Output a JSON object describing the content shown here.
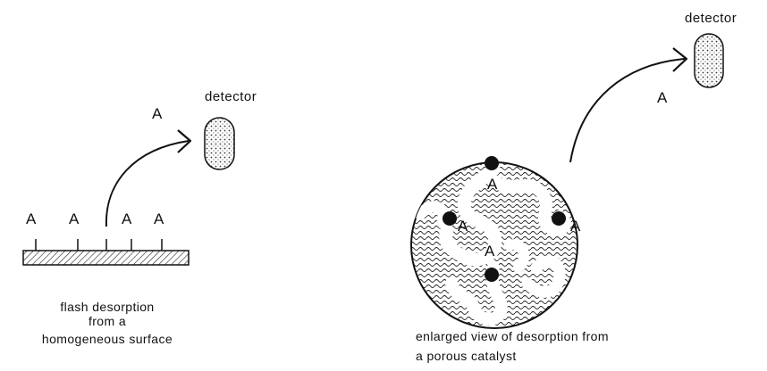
{
  "left_panel": {
    "surface_atoms": [
      "A",
      "A",
      "A",
      "A"
    ],
    "flying_atom": "A",
    "detector_label": "detector",
    "caption_lines": [
      "flash desorption",
      "from a",
      "homogeneous surface"
    ]
  },
  "right_panel": {
    "pore_atoms": [
      "A",
      "A",
      "A",
      "A"
    ],
    "flying_atom": "A",
    "detector_label": "detector",
    "caption_lines": [
      "enlarged view of desorption from",
      "a porous catalyst"
    ]
  }
}
